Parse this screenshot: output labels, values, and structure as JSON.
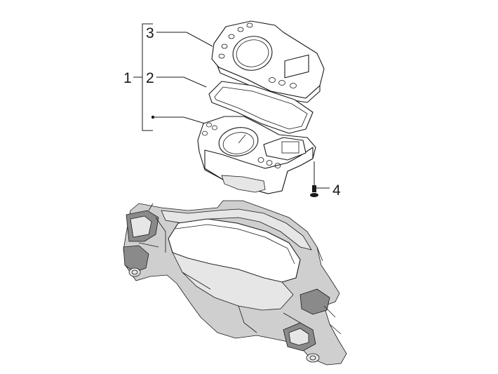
{
  "callouts": {
    "assembly": "1",
    "gasket": "2",
    "cover": "3",
    "screw": "4"
  },
  "colors": {
    "line": "#1a1a1a",
    "shade": "#cfcfcf",
    "background": "#ffffff"
  }
}
